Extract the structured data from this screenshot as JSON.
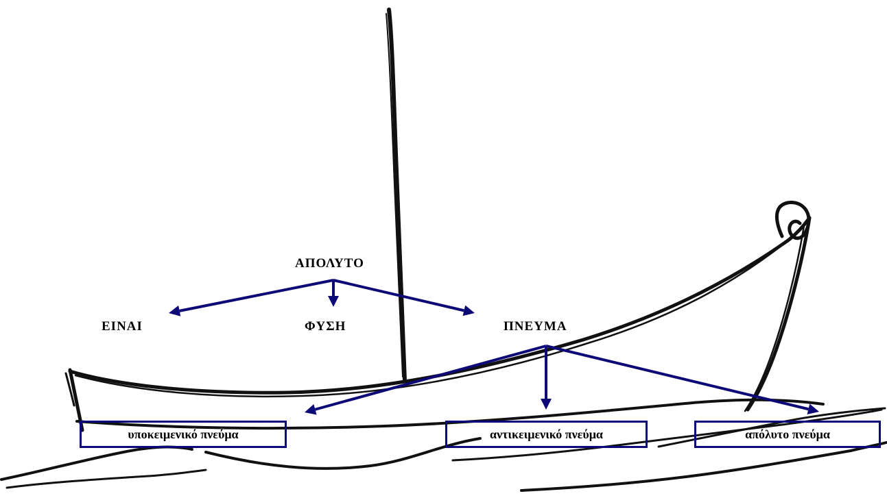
{
  "diagram": {
    "root": {
      "label": "ΑΠΟΛΥΤΟ"
    },
    "level1": [
      {
        "id": "einai",
        "label": "ΕΙΝΑΙ"
      },
      {
        "id": "fysi",
        "label": "ΦΥΣΗ"
      },
      {
        "id": "pneuma",
        "label": "ΠΝΕΥΜΑ"
      }
    ],
    "level2": [
      {
        "id": "ypokeimeniko",
        "label": "υποκειμενικό πνεύμα"
      },
      {
        "id": "antikeimeniko",
        "label": "αντικειμενικό πνεύμα"
      },
      {
        "id": "apolyto",
        "label": "απόλυτο πνεύμα"
      }
    ]
  },
  "colors": {
    "arrow": "#0d0a78",
    "box_border": "#0d0a78",
    "sketch": "#111111",
    "text": "#000000"
  }
}
